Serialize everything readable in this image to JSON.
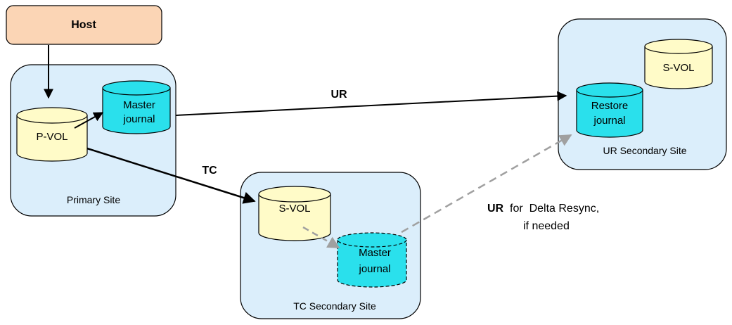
{
  "host": {
    "label": "Host"
  },
  "sites": {
    "primary": {
      "label": "Primary  Site"
    },
    "tc_secondary": {
      "label": "TC Secondary Site"
    },
    "ur_secondary": {
      "label": "UR  Secondary Site"
    }
  },
  "volumes": {
    "pvol": {
      "label": "P-VOL"
    },
    "primary_master_journal": {
      "line1": "Master",
      "line2": "journal"
    },
    "tc_svol": {
      "label": "S-VOL"
    },
    "tc_master_journal": {
      "line1": "Master",
      "line2": "journal"
    },
    "ur_svol": {
      "label": "S-VOL"
    },
    "restore_journal": {
      "line1": "Restore",
      "line2": "journal"
    }
  },
  "links": {
    "ur": {
      "label": "UR"
    },
    "tc": {
      "label": "TC"
    },
    "delta": {
      "bold": "UR",
      "rest": " for  Delta Resync,",
      "line2": "if needed"
    }
  },
  "colors": {
    "site_fill": "#dbeefb",
    "host_fill": "#fbd5b5",
    "volume_fill": "#fffbc8",
    "journal_fill": "#2ae0ec",
    "dashed_arrow": "#a0a0a0"
  }
}
